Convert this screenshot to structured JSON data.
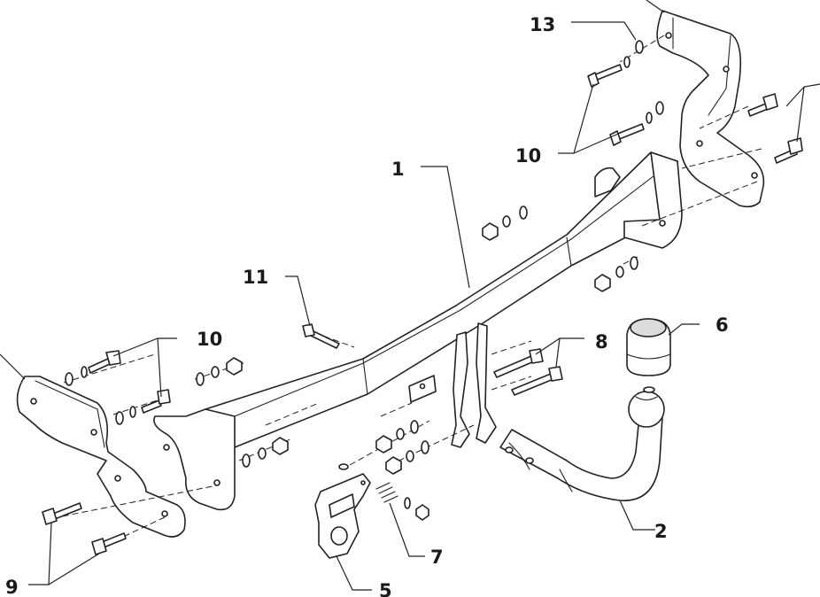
{
  "callouts": [
    {
      "id": "1",
      "label": "1"
    },
    {
      "id": "2",
      "label": "2"
    },
    {
      "id": "5",
      "label": "5"
    },
    {
      "id": "6",
      "label": "6"
    },
    {
      "id": "7",
      "label": "7"
    },
    {
      "id": "8",
      "label": "8"
    },
    {
      "id": "9",
      "label": "9"
    },
    {
      "id": "10a",
      "label": "10"
    },
    {
      "id": "10b",
      "label": "10"
    },
    {
      "id": "11",
      "label": "11"
    },
    {
      "id": "13",
      "label": "13"
    }
  ],
  "colors": {
    "line": "#222222",
    "background": "#ffffff",
    "ball_shade": "#dcdcdc"
  }
}
